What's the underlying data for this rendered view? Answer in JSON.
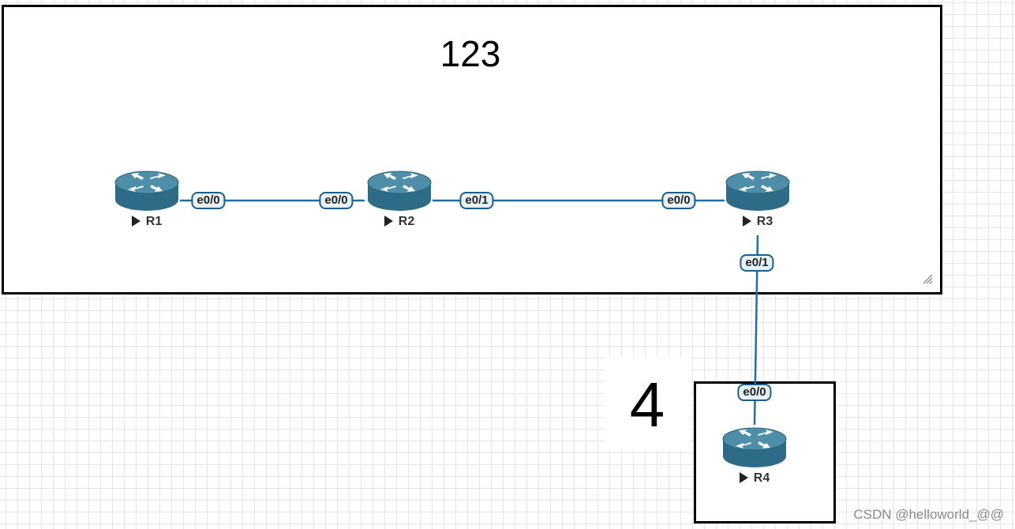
{
  "areas": [
    {
      "id": "area-123",
      "title": "123"
    },
    {
      "id": "area-4",
      "title": "4"
    }
  ],
  "nodes": [
    {
      "id": "r1",
      "label": "R1",
      "icon": "router-icon",
      "start_icon": "play-icon"
    },
    {
      "id": "r2",
      "label": "R2",
      "icon": "router-icon",
      "start_icon": "play-icon"
    },
    {
      "id": "r3",
      "label": "R3",
      "icon": "router-icon",
      "start_icon": "play-icon"
    },
    {
      "id": "r4",
      "label": "R4",
      "icon": "router-icon",
      "start_icon": "play-icon"
    }
  ],
  "links": [
    {
      "from": "R1",
      "from_port": "e0/0",
      "to": "R2",
      "to_port": "e0/0"
    },
    {
      "from": "R2",
      "from_port": "e0/1",
      "to": "R3",
      "to_port": "e0/0"
    },
    {
      "from": "R3",
      "from_port": "e0/1",
      "to": "R4",
      "to_port": "e0/0"
    }
  ],
  "watermark": "CSDN @helloworld_@@",
  "colors": {
    "link": "#1f6fa5",
    "router_body": "#2d6b87",
    "router_top": "#4e8ea8",
    "port_border": "#1a5f8c",
    "port_fill": "#e8f1f7"
  }
}
